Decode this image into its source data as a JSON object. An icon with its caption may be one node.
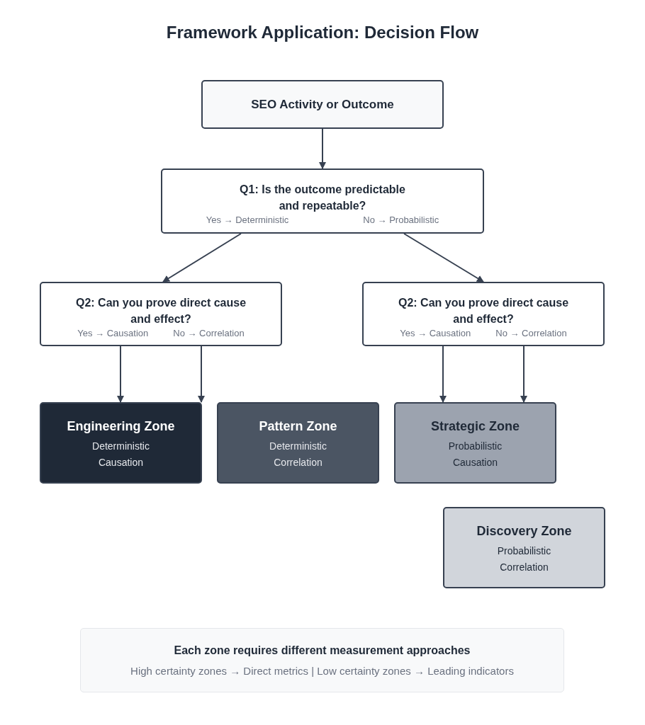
{
  "diagram": {
    "title": "Framework Application: Decision Flow",
    "nodes": [
      {
        "text": [
          "SEO Activity or Outcome"
        ]
      },
      {
        "text": [
          "Q1: Is the outcome predictable and repeatable?",
          "Yes → Deterministic",
          "No → Probabilistic"
        ]
      },
      {
        "text": [
          "Q2: Can you prove direct cause and effect?",
          "Yes → Causation",
          "No → Correlation"
        ]
      },
      {
        "text": [
          "Q2: Can you prove direct cause and effect?",
          "Yes → Causation",
          "No → Correlation"
        ]
      },
      {
        "text": [
          "Engineering Zone",
          "Deterministic",
          "Causation"
        ]
      },
      {
        "text": [
          "Pattern Zone",
          "Deterministic",
          "Correlation"
        ]
      },
      {
        "text": [
          "Strategic Zone",
          "Probabilistic",
          "Causation"
        ]
      },
      {
        "text": [
          "Discovery Zone",
          "Probabilistic",
          "Correlation"
        ]
      },
      {
        "text": [
          "Each zone requires different measurement approaches",
          "High certainty zones → Direct metrics | Low certainty zones → Leading indicators"
        ]
      }
    ],
    "edges": [
      {
        "from": 0,
        "to": 1,
        "arrow": "to"
      },
      {
        "from": 1,
        "to": 2,
        "arrow": "to"
      },
      {
        "from": 1,
        "to": 3,
        "arrow": "to"
      },
      {
        "from": 2,
        "to": 4,
        "arrow": "to"
      },
      {
        "from": 2,
        "to": 4,
        "arrow": "to"
      },
      {
        "from": 3,
        "to": 6,
        "arrow": "to"
      },
      {
        "from": 3,
        "to": 6,
        "arrow": "to"
      }
    ]
  }
}
